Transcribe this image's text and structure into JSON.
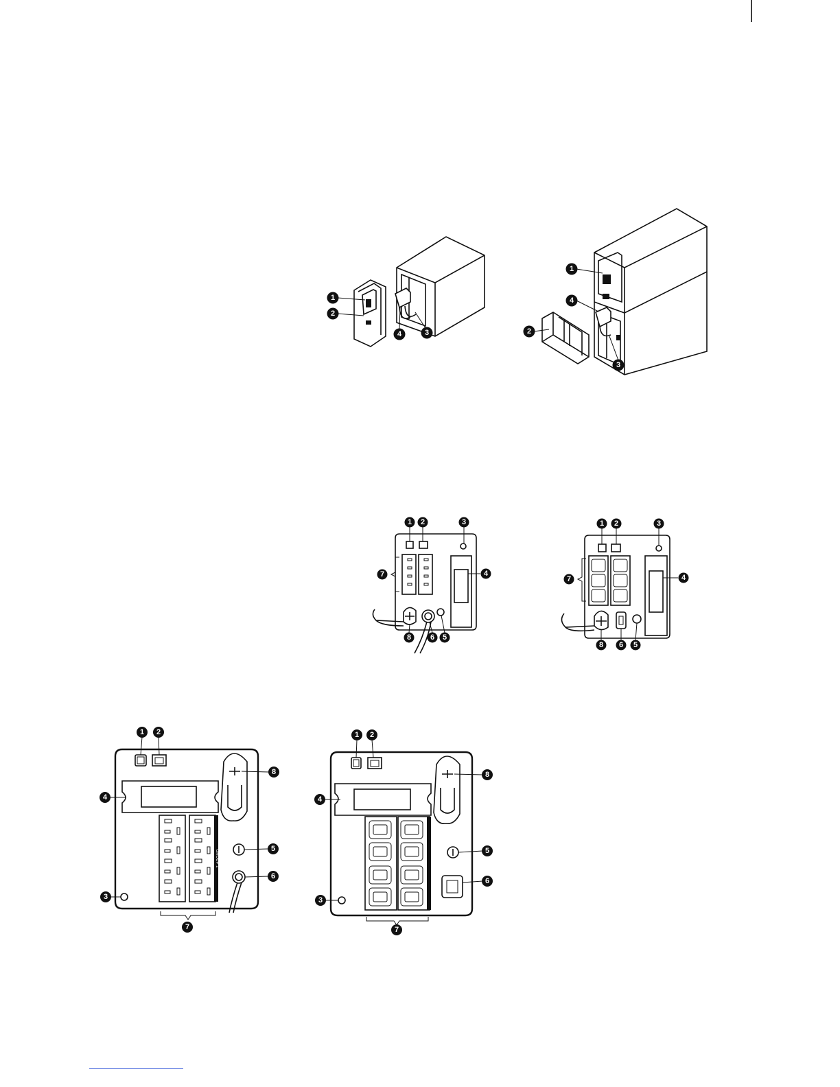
{
  "figures": {
    "front_small": {
      "callouts": [
        "1",
        "2",
        "4",
        "3"
      ]
    },
    "front_tower": {
      "callouts": [
        "1",
        "4",
        "2",
        "3"
      ]
    },
    "rear_small": {
      "callouts": [
        "1",
        "2",
        "3",
        "7",
        "4",
        "8",
        "6",
        "5"
      ]
    },
    "rear_medium": {
      "callouts": [
        "1",
        "2",
        "3",
        "7",
        "4",
        "8",
        "6",
        "5"
      ]
    },
    "rear_large_nema": {
      "callouts": [
        "1",
        "2",
        "8",
        "4",
        "5",
        "6",
        "3",
        "7"
      ],
      "outlet_group_label": "GROUP 1"
    },
    "rear_large_iec": {
      "callouts": [
        "1",
        "2",
        "8",
        "4",
        "5",
        "6",
        "3",
        "7"
      ]
    }
  },
  "colors": {
    "line": "#111111",
    "footer_rule": "#2a4fd6"
  }
}
